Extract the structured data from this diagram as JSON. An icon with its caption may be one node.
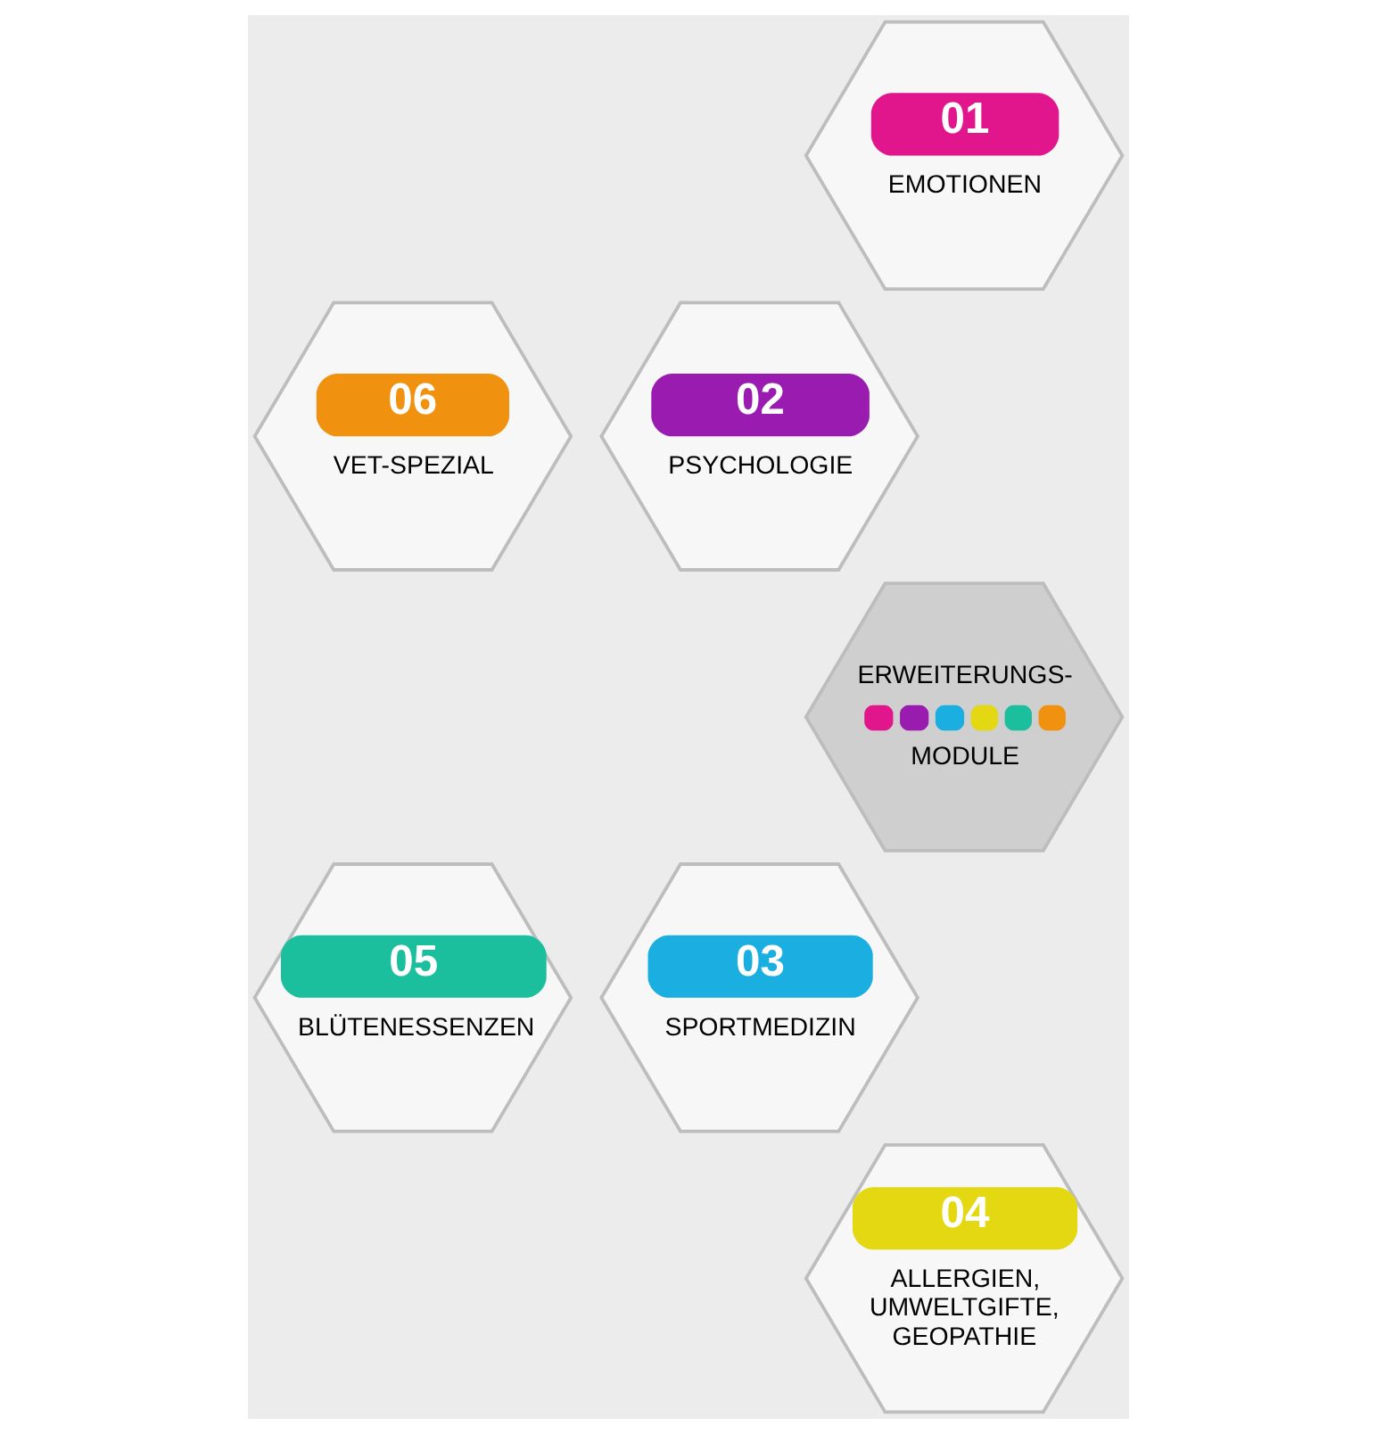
{
  "diagram": {
    "nodes": [
      {
        "text": [
          "01",
          "EMOTIONEN"
        ]
      },
      {
        "text": [
          "06",
          "VET-SPEZIAL"
        ]
      },
      {
        "text": [
          "02",
          "PSYCHOLOGIE"
        ]
      },
      {
        "text": [
          "ERWEITERUNGS- MODULE"
        ]
      },
      {
        "text": [
          "05",
          "BLÜTENESSENZEN"
        ]
      },
      {
        "text": [
          "03",
          "SPORTMEDIZIN"
        ]
      },
      {
        "text": [
          "04",
          "ALLERGIEN, UMWELTGIFTE, GEOPATHIE"
        ]
      }
    ]
  }
}
